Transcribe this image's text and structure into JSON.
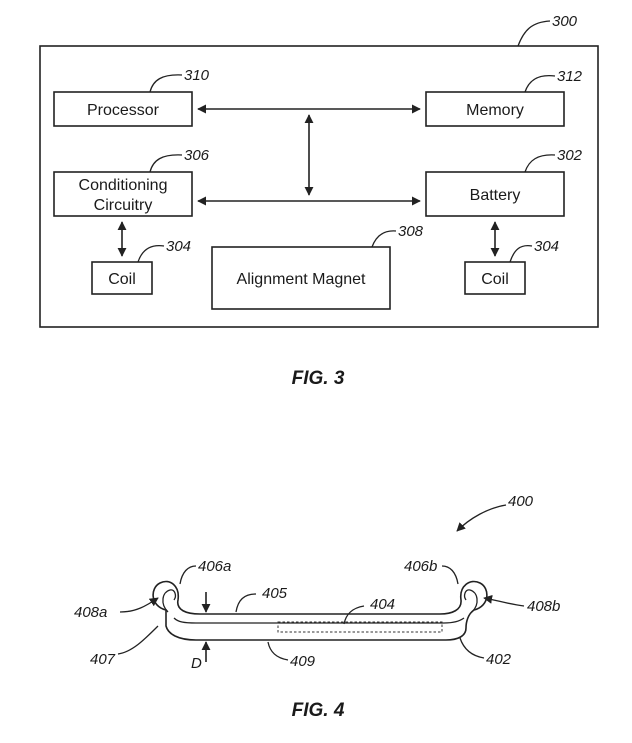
{
  "fig3": {
    "caption": "FIG. 3",
    "ref_system": "300",
    "processor": {
      "label": "Processor",
      "ref": "310"
    },
    "memory": {
      "label": "Memory",
      "ref": "312"
    },
    "conditioning": {
      "label_line1": "Conditioning",
      "label_line2": "Circuitry",
      "ref": "306"
    },
    "battery": {
      "label": "Battery",
      "ref": "302"
    },
    "coil_left": {
      "label": "Coil",
      "ref": "304"
    },
    "alignment_magnet": {
      "label": "Alignment Magnet",
      "ref": "308"
    },
    "coil_right": {
      "label": "Coil",
      "ref": "304"
    }
  },
  "fig4": {
    "caption": "FIG. 4",
    "ref_device": "400",
    "ref_406a": "406a",
    "ref_406b": "406b",
    "ref_405": "405",
    "ref_404": "404",
    "ref_408a": "408a",
    "ref_408b": "408b",
    "ref_407": "407",
    "ref_409": "409",
    "ref_402": "402",
    "dimension_label": "D"
  }
}
